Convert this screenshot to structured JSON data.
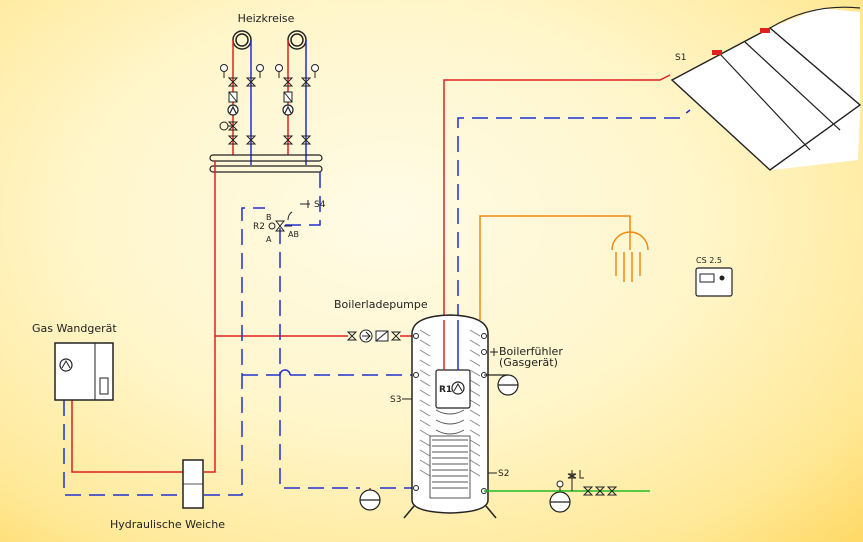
{
  "labels": {
    "heating_circuits": "Heizkreise",
    "gas_boiler": "Gas Wandgerät",
    "hydraulic_switch": "Hydraulische Weiche",
    "boiler_pump": "Boilerladepumpe",
    "boiler_sensor_line1": "Boilerfühler",
    "boiler_sensor_line2": "(Gasgerät)",
    "collector": "S1",
    "sensor_s2": "S2",
    "sensor_s3": "S3",
    "sensor_s4": "S4",
    "controller": "CS 2.5",
    "valve_r2": "R2",
    "valve_port_b": "B",
    "valve_port_a": "A",
    "valve_port_ab": "AB",
    "solar_station": "R1"
  },
  "colors": {
    "supply": "#e02020",
    "return": "#2030d0",
    "hot_water": "#f08a10",
    "cold_water": "#22bb22",
    "lines": "#222222"
  }
}
